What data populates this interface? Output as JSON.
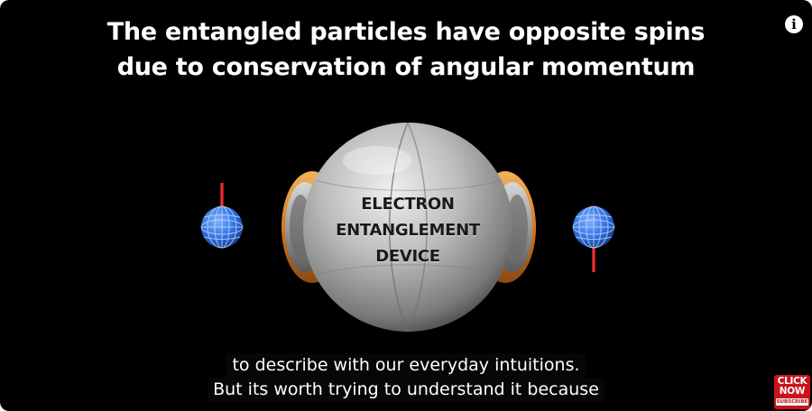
{
  "headline": {
    "line1": "The entangled particles have opposite spins",
    "line2": "due to conservation of angular momentum"
  },
  "device": {
    "label_lines": [
      "ELECTRON",
      "ENTANGLEMENT",
      "DEVICE"
    ]
  },
  "particles": {
    "left_spin": "up",
    "right_spin": "down"
  },
  "captions": {
    "line1": "to describe with our everyday intuitions.",
    "line2": "But its worth trying to understand it because"
  },
  "info_button": {
    "glyph": "i"
  },
  "subscribe_badge": {
    "line1": "CLICK",
    "line2": "NOW",
    "line3": "SUBSCRIBE"
  },
  "colors": {
    "background": "#000000",
    "device_metal": "#b8b8b8",
    "device_accent": "#d98a2b",
    "particle_blue": "#2f6fe0",
    "spin_arrow": "#d6101a",
    "badge_red": "#c9141b"
  }
}
